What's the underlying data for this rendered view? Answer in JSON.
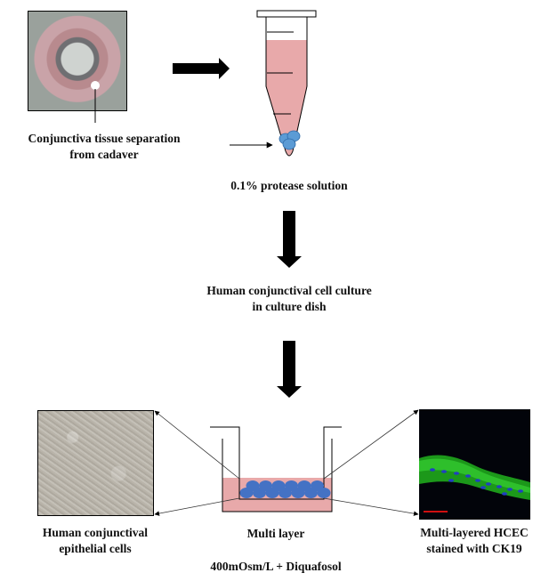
{
  "figure": {
    "steps": [
      {
        "id": "tissue",
        "label_lines": [
          "Conjunctiva  tissue separation",
          "from  cadaver"
        ],
        "image": "conjunctiva-tissue-photo"
      },
      {
        "id": "protease",
        "label_lines": [
          "0.1% protease solution"
        ],
        "image": "centrifuge-tube-diagram"
      },
      {
        "id": "culture",
        "label_lines": [
          "Human  conjunctival  cell culture",
          "in culture  dish"
        ]
      },
      {
        "id": "epithelial",
        "label_lines": [
          "Human  conjunctival",
          "epithelial cells"
        ],
        "image": "phase-contrast-cell-photo"
      },
      {
        "id": "multilayer",
        "label_lines": [
          "Multi layer"
        ],
        "image": "transwell-insert-diagram"
      },
      {
        "id": "condition",
        "label_lines": [
          "400mOsm/L  + Diquafosol"
        ]
      },
      {
        "id": "hcec",
        "label_lines": [
          "Multi-layered  HCEC",
          "stained with  CK19"
        ],
        "image": "ck19-confocal-photo"
      }
    ],
    "icons": {
      "right_arrow": "thick-right-arrow",
      "down_arrow": "thick-down-arrow"
    },
    "colors": {
      "medium_pink": "#e8a9aa",
      "cell_blue": "#4472c4",
      "cell_blue_light": "#5b9bd5",
      "stain_green": "#22c41e",
      "nucleus_blue": "#2040c0",
      "scale_bar_red": "#d01010",
      "line_black": "#000000"
    }
  }
}
